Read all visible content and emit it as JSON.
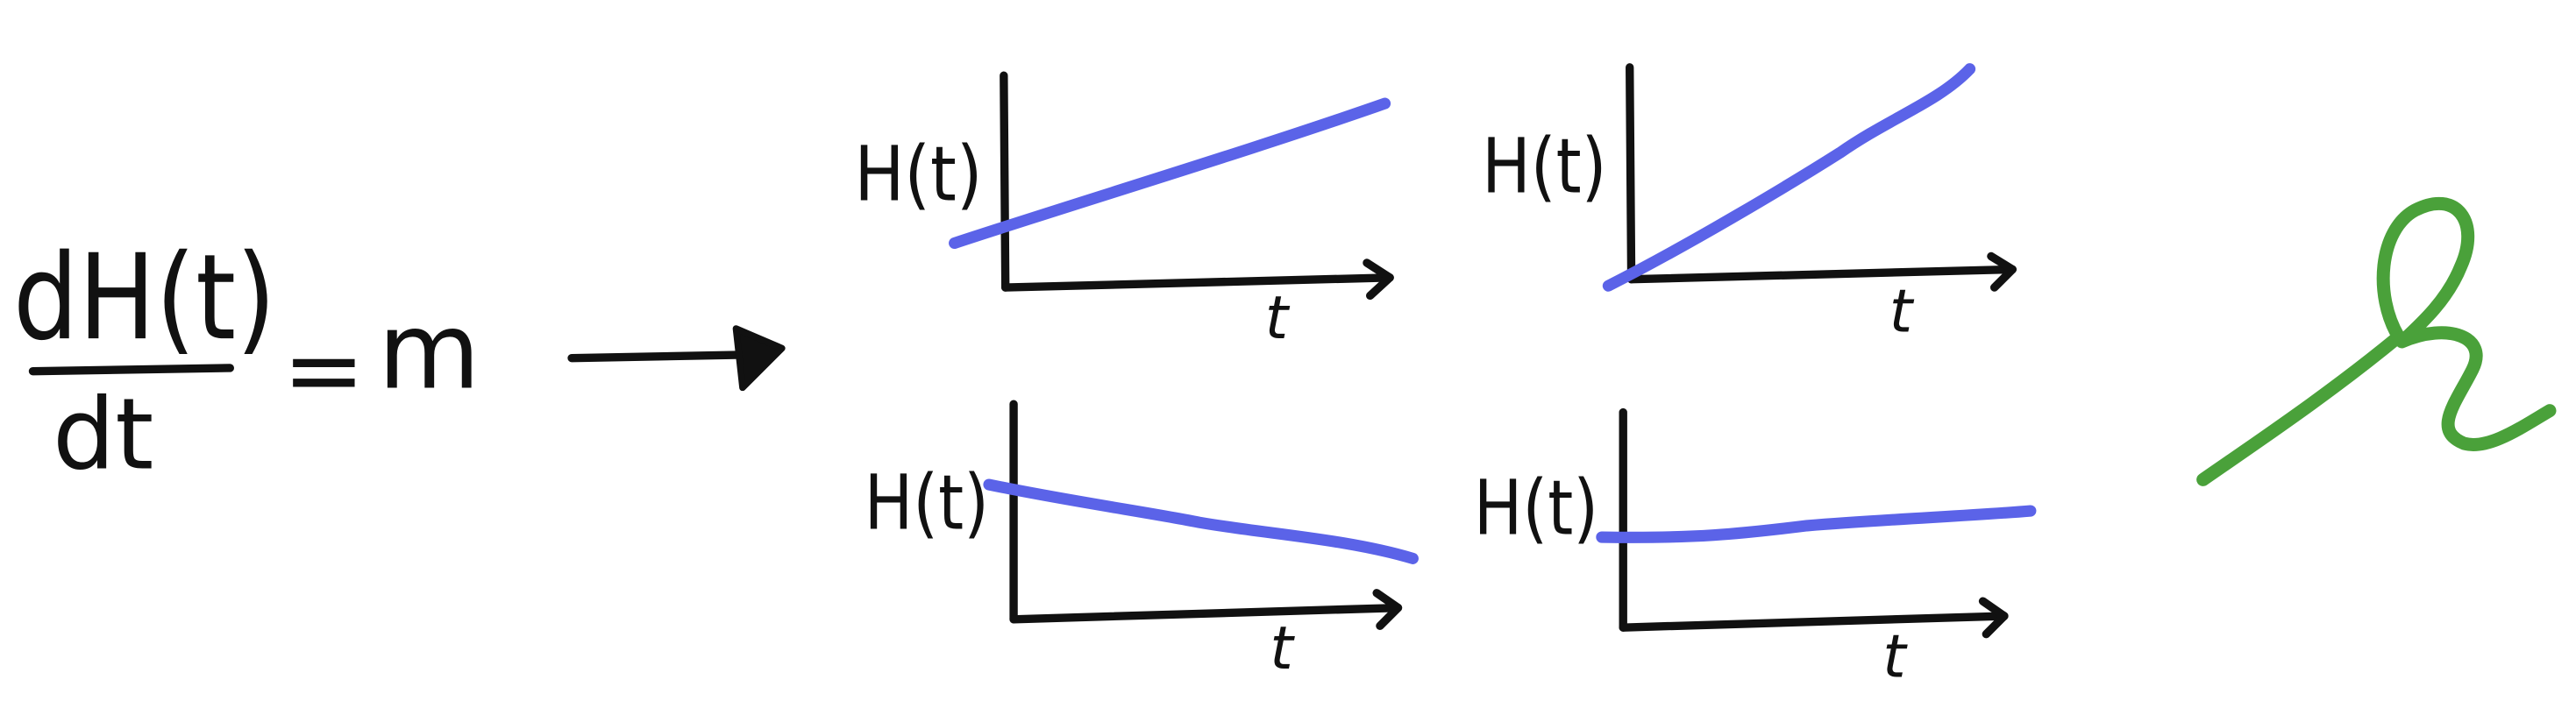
{
  "equation": {
    "numerator": "dH(t)",
    "denominator": "dt",
    "equals": "=",
    "rhs": "m"
  },
  "graphs": [
    {
      "id": "increasing",
      "ylabel": "H(t)",
      "xlabel": "t",
      "trend": "increasing"
    },
    {
      "id": "steeper-increasing",
      "ylabel": "H(t)",
      "xlabel": "t",
      "trend": "increasing-steeper"
    },
    {
      "id": "decreasing",
      "ylabel": "H(t)",
      "xlabel": "t",
      "trend": "decreasing"
    },
    {
      "id": "near-flat",
      "ylabel": "H(t)",
      "xlabel": "t",
      "trend": "nearly-constant"
    }
  ],
  "colors": {
    "ink": "#111111",
    "line": "#5b63e8",
    "signature": "#4aa13a"
  },
  "icons": {
    "arrow": "right-arrow-icon",
    "signature": "signature-squiggle"
  }
}
